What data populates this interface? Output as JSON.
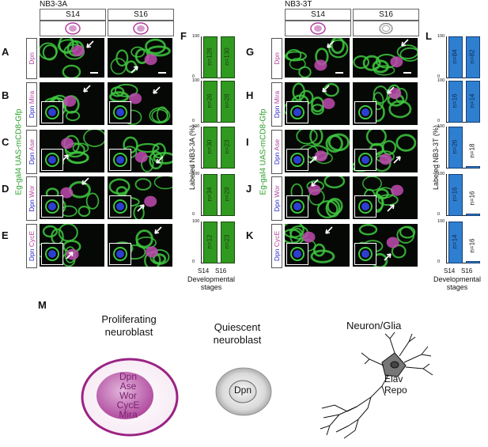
{
  "left_title": "NB3-3A",
  "right_title": "NB3-3T",
  "stage_headers": [
    "S14",
    "S16"
  ],
  "panel_letters_left": [
    "A",
    "B",
    "C",
    "D",
    "E"
  ],
  "panel_letters_right": [
    "G",
    "H",
    "I",
    "J",
    "K"
  ],
  "chart_letter_left": "F",
  "chart_letter_right": "L",
  "label_M": "M",
  "marker_labels_left": [
    {
      "dpn": "",
      "other": "Dpn"
    },
    {
      "dpn": "Dpn",
      "other": "Mira"
    },
    {
      "dpn": "Dpn",
      "other": "Ase"
    },
    {
      "dpn": "Dpn",
      "other": "Wor"
    },
    {
      "dpn": "Dpn",
      "other": "CycE"
    }
  ],
  "marker_labels_right": [
    {
      "dpn": "",
      "other": "Dpn"
    },
    {
      "dpn": "Dpn",
      "other": "Mira"
    },
    {
      "dpn": "Dpn",
      "other": "Ase"
    },
    {
      "dpn": "Dpn",
      "other": "Wor"
    },
    {
      "dpn": "Dpn",
      "other": "CycE"
    }
  ],
  "genotype_label": "Eg-gal4 UAS-mCD8-Gfp",
  "ylabel_left": "Labeled NB3-3A (%)",
  "ylabel_right": "Labeled NB3-3T (%)",
  "y_ticks": [
    "100",
    "0"
  ],
  "developmental_stages_label": [
    "Developmental",
    "stages"
  ],
  "chart_data": [
    {
      "type": "bar",
      "title": "",
      "categories": [
        "S14",
        "S16"
      ],
      "ylim": [
        0,
        100
      ],
      "color": "#2f9a1f",
      "panels": [
        {
          "values": [
            100,
            100
          ],
          "n": [
            "n=126",
            "n=130"
          ]
        },
        {
          "values": [
            100,
            100
          ],
          "n": [
            "n=26",
            "n=28"
          ]
        },
        {
          "values": [
            100,
            100
          ],
          "n": [
            "n=30",
            "n=23"
          ]
        },
        {
          "values": [
            100,
            100
          ],
          "n": [
            "n=34",
            "n=29"
          ]
        },
        {
          "values": [
            100,
            100
          ],
          "n": [
            "n=12",
            "n=23"
          ]
        }
      ]
    },
    {
      "type": "bar",
      "title": "",
      "categories": [
        "S14",
        "S16"
      ],
      "ylim": [
        0,
        100
      ],
      "color": "#2f7fd0",
      "panels": [
        {
          "values": [
            100,
            100
          ],
          "n": [
            "n=84",
            "n=82"
          ]
        },
        {
          "values": [
            100,
            100
          ],
          "n": [
            "n=16",
            "n=14"
          ]
        },
        {
          "values": [
            100,
            4
          ],
          "n": [
            "n=26",
            "n=18"
          ]
        },
        {
          "values": [
            100,
            4
          ],
          "n": [
            "n=16",
            "n=16"
          ]
        },
        {
          "values": [
            100,
            4
          ],
          "n": [
            "n=14",
            "n=16"
          ]
        }
      ]
    }
  ],
  "diagram": {
    "proliferating_title": [
      "Proliferating",
      "neuroblast"
    ],
    "proliferating_markers": [
      "Dpn",
      "Ase",
      "Wor",
      "CycE",
      "Mira"
    ],
    "quiescent_title": [
      "Quiescent",
      "neuroblast"
    ],
    "quiescent_marker": "Dpn",
    "neuron_title": "Neuron/Glia",
    "neuron_markers": [
      "Elav",
      "Repo"
    ]
  },
  "colors": {
    "magenta": "#b03f9e",
    "green": "#3fc83f",
    "blue_bar": "#2f7fd0",
    "green_bar": "#2f9a1f"
  }
}
